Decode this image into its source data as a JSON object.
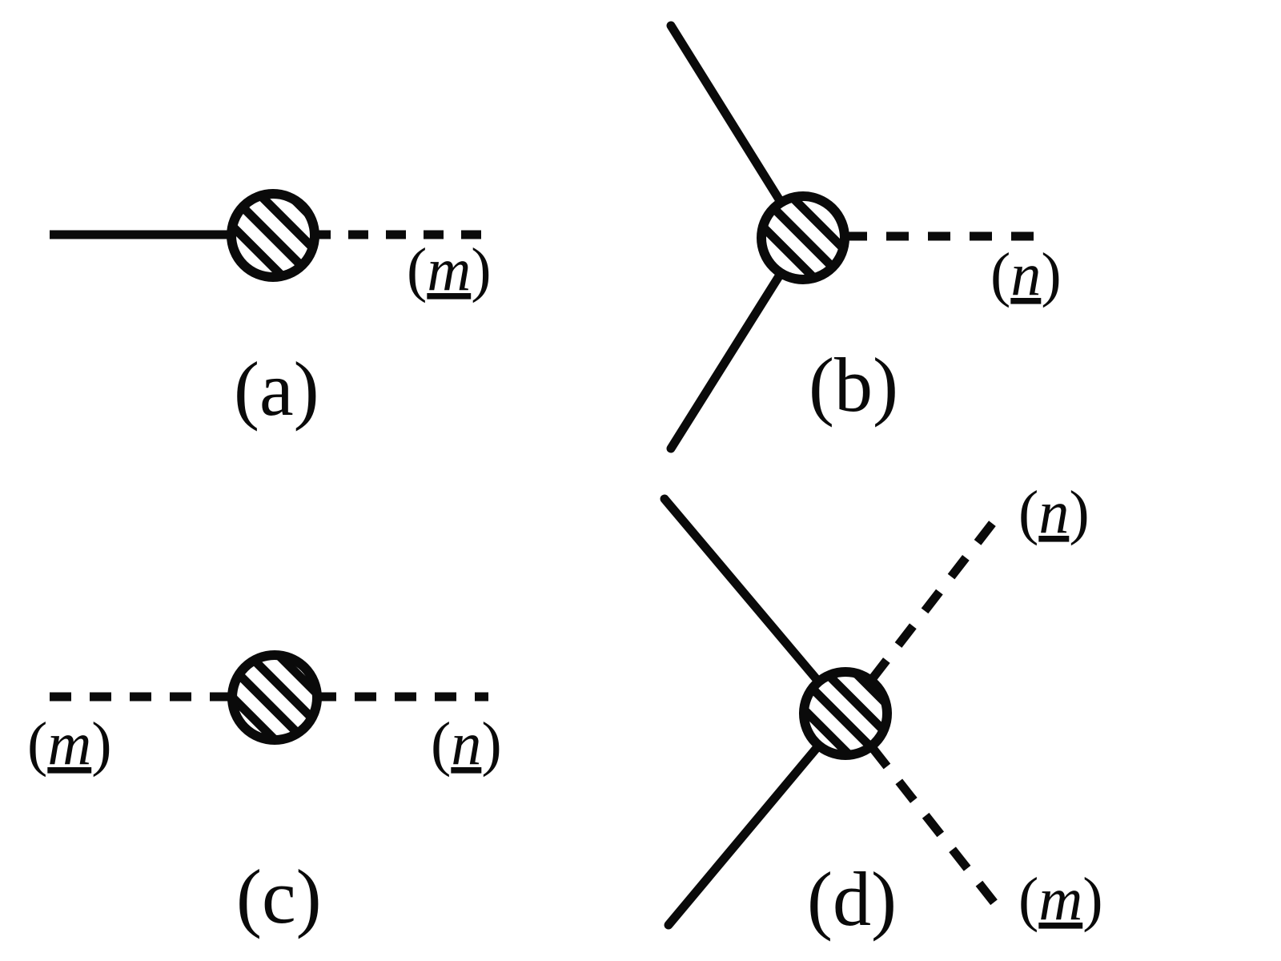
{
  "figure": {
    "kind": "physics-interaction-diagrams",
    "background_color": "#ffffff",
    "ink_color": "#0a0a0a",
    "panel_count": 4
  },
  "legend": {
    "solid_line_meaning": "solid-line",
    "dashed_line_meaning": "dashed-line",
    "blob_meaning": "hatched-vertex-blob"
  },
  "panels": {
    "a": {
      "letter": "(a)",
      "labels": {
        "right": {
          "open": "(",
          "symbol": "m",
          "close": ")"
        }
      }
    },
    "b": {
      "letter": "(b)",
      "labels": {
        "right": {
          "open": "(",
          "symbol": "n",
          "close": ")"
        }
      }
    },
    "c": {
      "letter": "(c)",
      "labels": {
        "left": {
          "open": "(",
          "symbol": "m",
          "close": ")"
        },
        "right": {
          "open": "(",
          "symbol": "n",
          "close": ")"
        }
      }
    },
    "d": {
      "letter": "(d)",
      "labels": {
        "upper_right": {
          "open": "(",
          "symbol": "n",
          "close": ")"
        },
        "lower_right": {
          "open": "(",
          "symbol": "m",
          "close": ")"
        }
      }
    }
  }
}
